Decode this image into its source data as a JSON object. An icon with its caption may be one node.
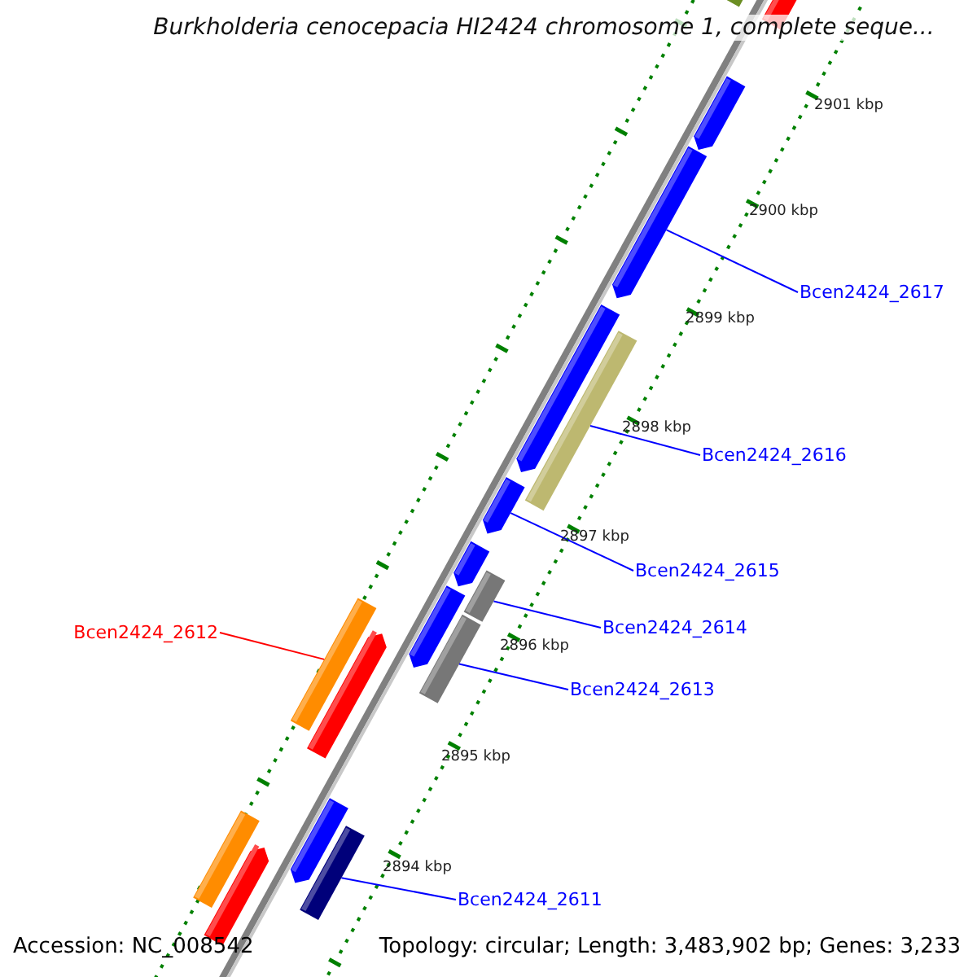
{
  "diagram": {
    "title": "Burkholderia cenocepacia HI2424 chromosome 1, complete seque...",
    "nodes": [
      {
        "text": [
          "Bcen2424_2617"
        ]
      },
      {
        "text": [],
        "shape": "arrow"
      },
      {
        "text": [
          "Bcen2424_2616"
        ]
      },
      {
        "text": [],
        "shape": "bar"
      },
      {
        "text": [
          "Bcen2424_2615"
        ]
      },
      {
        "text": [],
        "shape": "arrow"
      },
      {
        "text": [
          "Bcen2424_2614"
        ]
      },
      {
        "text": [],
        "shape": "bar"
      },
      {
        "text": [
          "Bcen2424_2613"
        ]
      },
      {
        "text": [],
        "shape": "bar"
      },
      {
        "text": [
          "Bcen2424_2612"
        ]
      },
      {
        "text": [],
        "shape": "bar"
      },
      {
        "text": [
          "Bcen2424_2611"
        ]
      },
      {
        "text": [],
        "shape": "bar"
      }
    ],
    "edges": [
      {
        "from": 0,
        "to": 1,
        "arrow": "none"
      },
      {
        "from": 2,
        "to": 3,
        "arrow": "none"
      },
      {
        "from": 4,
        "to": 5,
        "arrow": "none"
      },
      {
        "from": 6,
        "to": 7,
        "arrow": "none"
      },
      {
        "from": 8,
        "to": 9,
        "arrow": "none"
      },
      {
        "from": 10,
        "to": 11,
        "arrow": "none",
        "color": "#ff0000"
      },
      {
        "from": 12,
        "to": 13,
        "arrow": "none"
      }
    ],
    "labels": [
      "2901 kbp",
      "2900 kbp",
      "2899 kbp",
      "2898 kbp",
      "2897 kbp",
      "2896 kbp",
      "2895 kbp",
      "2894 kbp",
      "Accession: NC_008542",
      "Topology: circular; Length: 3,483,902 bp; Genes: 3,233"
    ]
  }
}
